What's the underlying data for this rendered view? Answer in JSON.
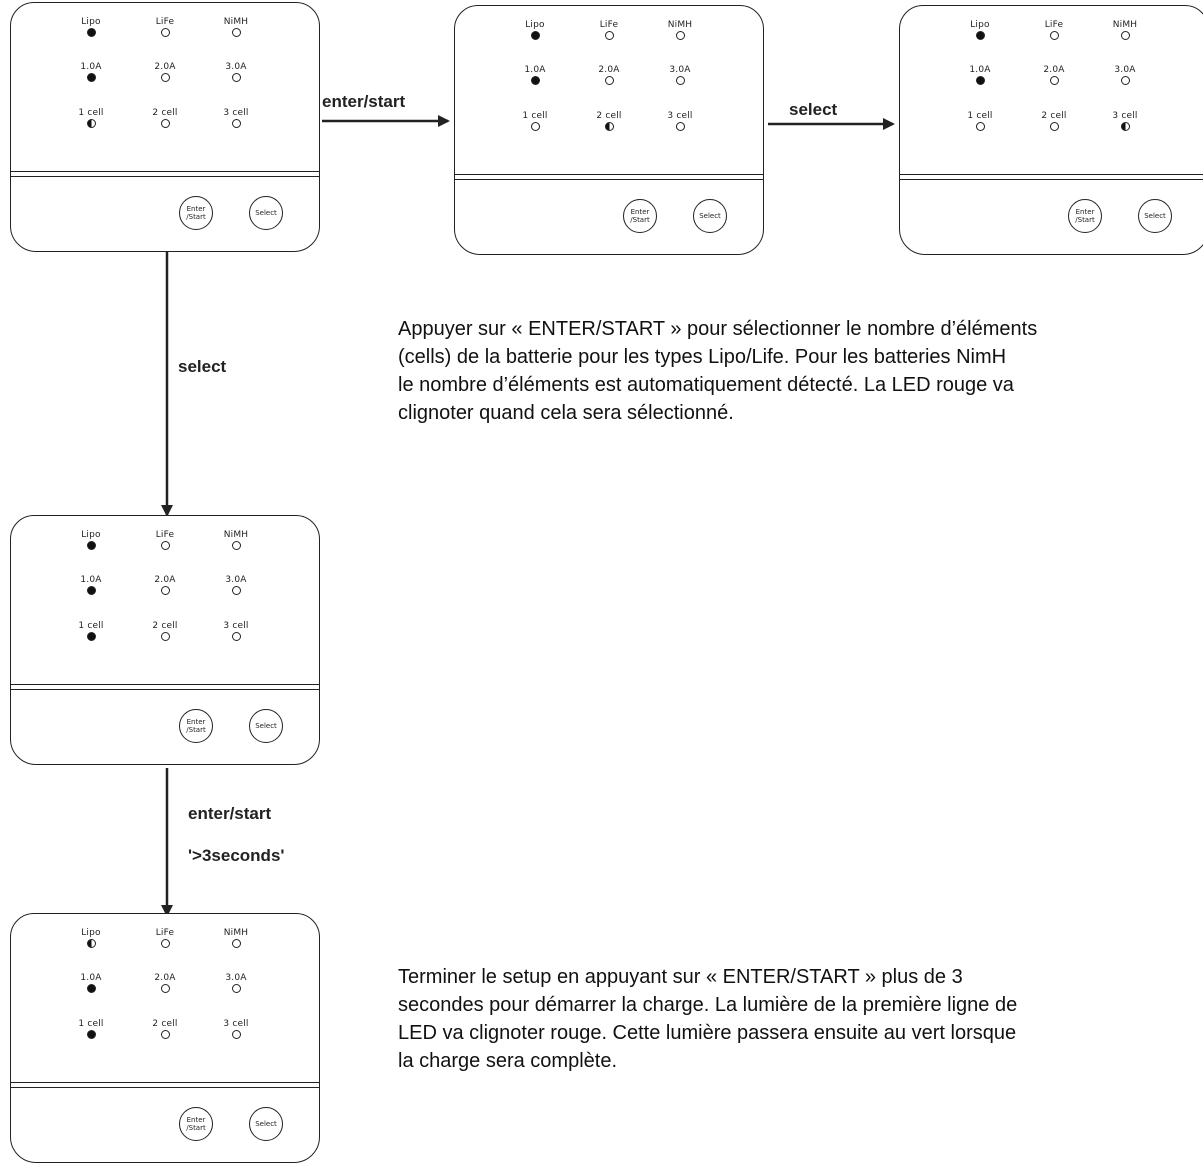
{
  "units": [
    {
      "leds": [
        {
          "label": "Lipo",
          "state": "on"
        },
        {
          "label": "LiFe",
          "state": "off"
        },
        {
          "label": "NiMH",
          "state": "off"
        },
        {
          "label": "1.0A",
          "state": "on"
        },
        {
          "label": "2.0A",
          "state": "off"
        },
        {
          "label": "3.0A",
          "state": "off"
        },
        {
          "label": "1 cell",
          "state": "half"
        },
        {
          "label": "2 cell",
          "state": "off"
        },
        {
          "label": "3 cell",
          "state": "off"
        }
      ],
      "buttons": {
        "enter": "Enter /Start",
        "select": "Select"
      }
    },
    {
      "leds": [
        {
          "label": "Lipo",
          "state": "on"
        },
        {
          "label": "LiFe",
          "state": "off"
        },
        {
          "label": "NiMH",
          "state": "off"
        },
        {
          "label": "1.0A",
          "state": "on"
        },
        {
          "label": "2.0A",
          "state": "off"
        },
        {
          "label": "3.0A",
          "state": "off"
        },
        {
          "label": "1 cell",
          "state": "off"
        },
        {
          "label": "2 cell",
          "state": "half"
        },
        {
          "label": "3 cell",
          "state": "off"
        }
      ],
      "buttons": {
        "enter": "Enter /Start",
        "select": "Select"
      }
    },
    {
      "leds": [
        {
          "label": "Lipo",
          "state": "on"
        },
        {
          "label": "LiFe",
          "state": "off"
        },
        {
          "label": "NiMH",
          "state": "off"
        },
        {
          "label": "1.0A",
          "state": "on"
        },
        {
          "label": "2.0A",
          "state": "off"
        },
        {
          "label": "3.0A",
          "state": "off"
        },
        {
          "label": "1 cell",
          "state": "off"
        },
        {
          "label": "2 cell",
          "state": "off"
        },
        {
          "label": "3 cell",
          "state": "half"
        }
      ],
      "buttons": {
        "enter": "Enter /Start",
        "select": "Select"
      }
    },
    {
      "leds": [
        {
          "label": "Lipo",
          "state": "on"
        },
        {
          "label": "LiFe",
          "state": "off"
        },
        {
          "label": "NiMH",
          "state": "off"
        },
        {
          "label": "1.0A",
          "state": "on"
        },
        {
          "label": "2.0A",
          "state": "off"
        },
        {
          "label": "3.0A",
          "state": "off"
        },
        {
          "label": "1 cell",
          "state": "on"
        },
        {
          "label": "2 cell",
          "state": "off"
        },
        {
          "label": "3 cell",
          "state": "off"
        }
      ],
      "buttons": {
        "enter": "Enter /Start",
        "select": "Select"
      }
    },
    {
      "leds": [
        {
          "label": "Lipo",
          "state": "half"
        },
        {
          "label": "LiFe",
          "state": "off"
        },
        {
          "label": "NiMH",
          "state": "off"
        },
        {
          "label": "1.0A",
          "state": "on"
        },
        {
          "label": "2.0A",
          "state": "off"
        },
        {
          "label": "3.0A",
          "state": "off"
        },
        {
          "label": "1 cell",
          "state": "on"
        },
        {
          "label": "2 cell",
          "state": "off"
        },
        {
          "label": "3 cell",
          "state": "off"
        }
      ],
      "buttons": {
        "enter": "Enter /Start",
        "select": "Select"
      }
    }
  ],
  "arrows": {
    "a1": "enter/start",
    "a2": "select",
    "a3": "select",
    "a4_line1": "enter/start",
    "a4_line2": "'>3seconds'"
  },
  "text": {
    "para1": "Appuyer sur « ENTER/START » pour sélectionner le nombre d’éléments\n(cells) de la batterie pour les types Lipo/Life. Pour les batteries NimH\nle nombre d’éléments est automatiquement détecté. La LED rouge va\nclignoter quand cela sera sélectionné.",
    "para2": "Terminer le setup en appuyant sur « ENTER/START » plus de 3\nsecondes pour démarrer la charge. La lumière de la première ligne de\nLED va clignoter rouge. Cette lumière passera ensuite au vert lorsque\nla charge sera complète."
  }
}
